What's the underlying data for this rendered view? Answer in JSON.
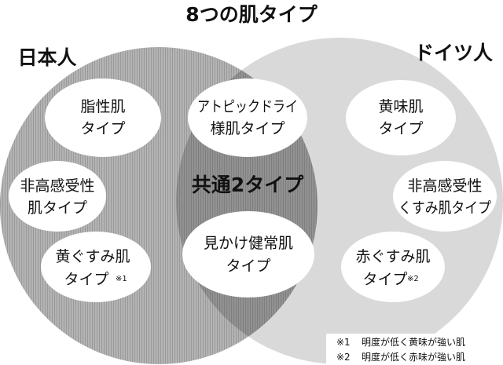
{
  "title": "8つの肌タイプ",
  "groups": {
    "japan": "日本人",
    "germany": "ドイツ人",
    "common": "共通2タイプ"
  },
  "japan_types": [
    {
      "line1": "脂性肌",
      "line2": "タイプ",
      "note": ""
    },
    {
      "line1": "非高感受性",
      "line2": "肌タイプ",
      "note": ""
    },
    {
      "line1": "黄ぐすみ肌",
      "line2": "タイプ",
      "note": "※1"
    }
  ],
  "common_types": [
    {
      "line1": "アトピックドライ",
      "line2": "様肌タイプ"
    },
    {
      "line1": "見かけ健常肌",
      "line2": "タイプ"
    }
  ],
  "germany_types": [
    {
      "line1": "黄味肌",
      "line2": "タイプ",
      "note": ""
    },
    {
      "line1": "非高感受性",
      "line2": "くすみ肌タイプ",
      "note": ""
    },
    {
      "line1": "赤ぐすみ肌",
      "line2": "タイプ",
      "note": "※2"
    }
  ],
  "footnotes": [
    {
      "mark": "※1",
      "text": "明度が低く黄味が強い肌"
    },
    {
      "mark": "※2",
      "text": "明度が低く赤味が強い肌"
    }
  ],
  "colors": {
    "japan": "#a8a8a8",
    "germany": "#d9d9d9",
    "overlap": "#8c8c8c"
  }
}
